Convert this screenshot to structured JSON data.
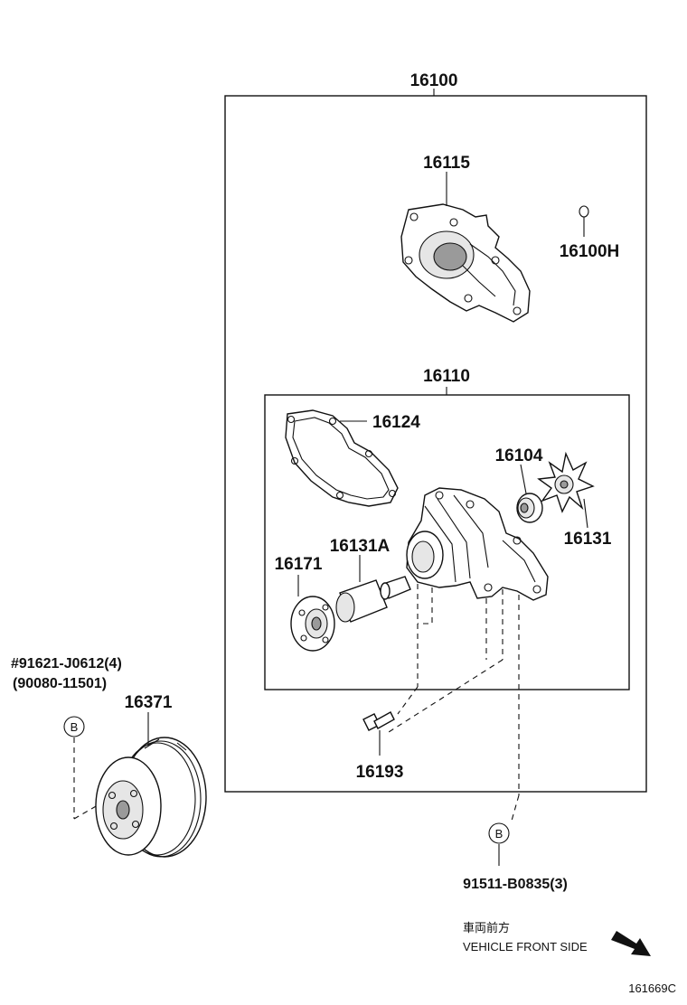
{
  "parts": {
    "p16100": "16100",
    "p16115": "16115",
    "p16100H": "16100H",
    "p16110": "16110",
    "p16124": "16124",
    "p16104": "16104",
    "p16131": "16131",
    "p16131A": "16131A",
    "p16171": "16171",
    "p16193": "16193",
    "p16371": "16371"
  },
  "notes": {
    "bolt_a": "#91621-J0612(4)",
    "bolt_b": "(90080-11501)",
    "bolt_c": "91511-B0835(3)",
    "ref_marker": "B"
  },
  "footer": {
    "direction_jp": "車両前方",
    "direction_en": "VEHICLE FRONT SIDE",
    "diagram_id": "161669C"
  }
}
